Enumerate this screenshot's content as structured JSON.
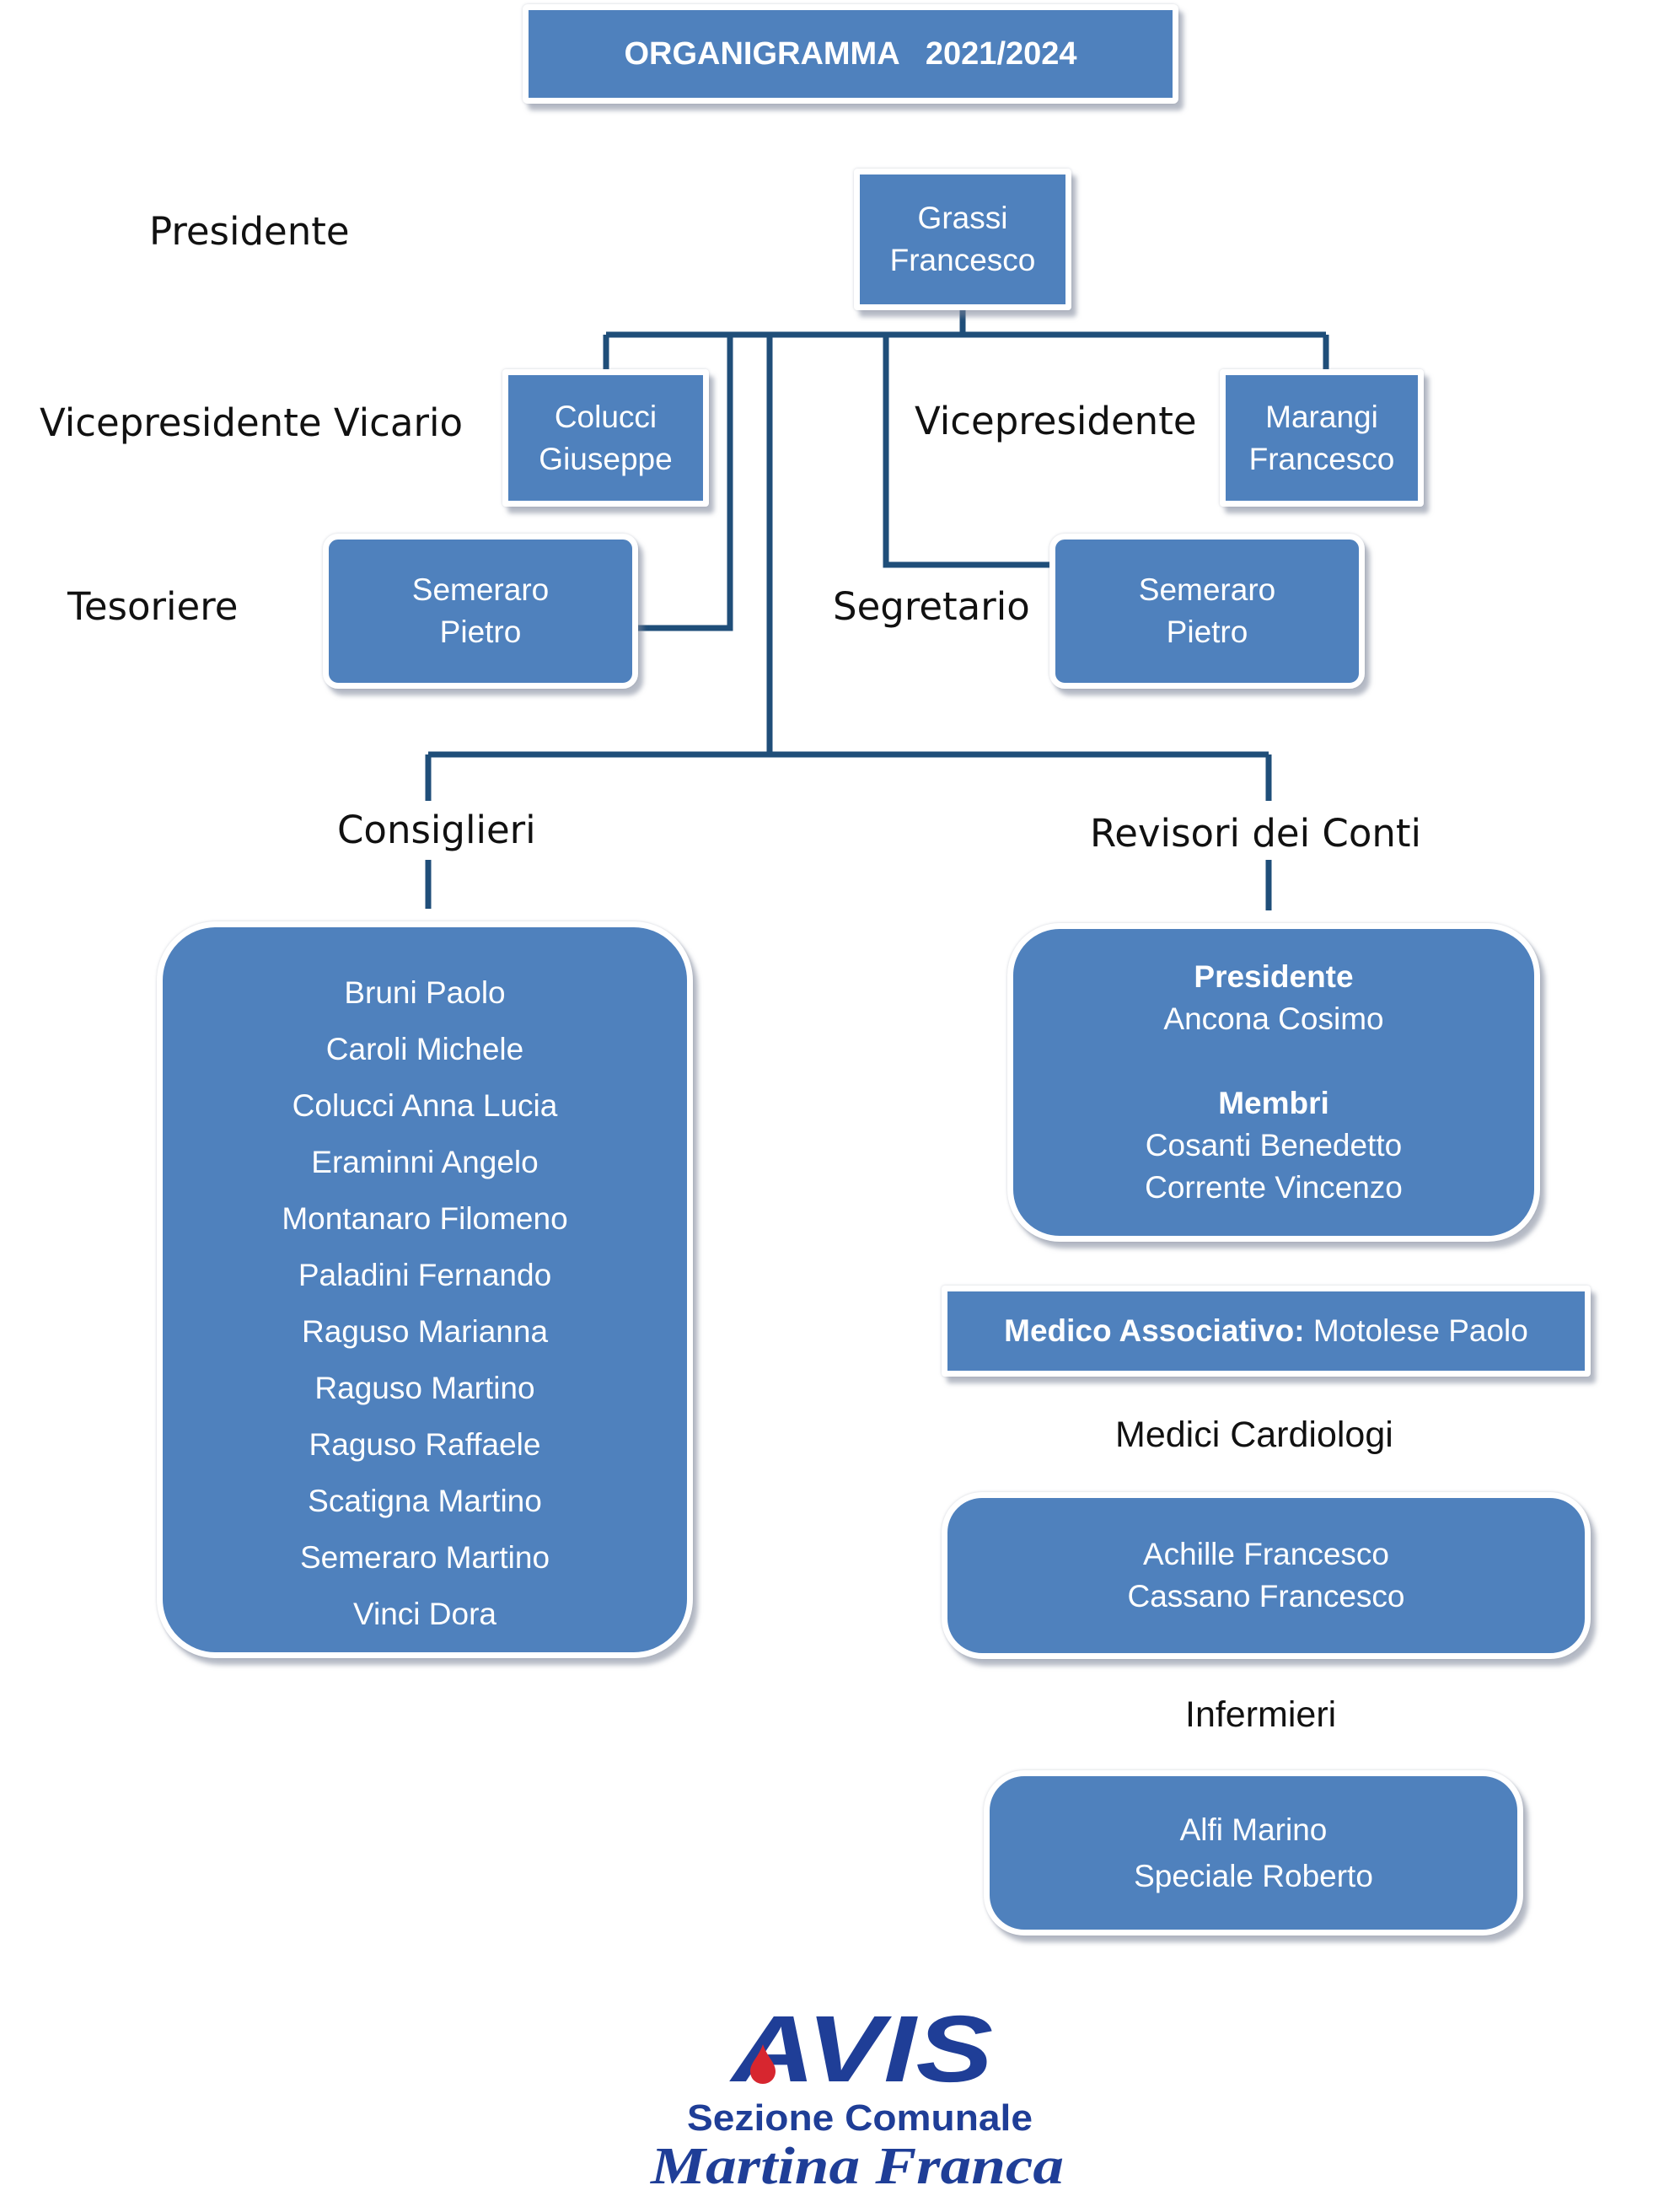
{
  "title": "ORGANIGRAMMA   2021/2024",
  "roles": {
    "presidente": "Presidente",
    "vicepresidente_vicario": "Vicepresidente Vicario",
    "vicepresidente": "Vicepresidente",
    "tesoriere": "Tesoriere",
    "segretario": "Segretario",
    "consiglieri": "Consiglieri",
    "revisori": "Revisori dei Conti",
    "medici_cardiologi": "Medici Cardiologi",
    "infermieri": "Infermieri"
  },
  "people": {
    "presidente": [
      "Grassi",
      "Francesco"
    ],
    "vicepresidente_vicario": [
      "Colucci",
      "Giuseppe"
    ],
    "vicepresidente": [
      "Marangi",
      "Francesco"
    ],
    "tesoriere": [
      "Semeraro",
      "Pietro"
    ],
    "segretario": [
      "Semeraro",
      "Pietro"
    ]
  },
  "consiglieri": [
    "Bruni Paolo",
    "Caroli Michele",
    "Colucci Anna Lucia",
    "Eraminni Angelo",
    "Montanaro Filomeno",
    "Paladini Fernando",
    "Raguso Marianna",
    "Raguso Martino",
    "Raguso Raffaele",
    "Scatigna Martino",
    "Semeraro Martino",
    "Vinci Dora"
  ],
  "revisori": {
    "presidente_heading": "Presidente",
    "presidente_name": "Ancona Cosimo",
    "membri_heading": "Membri",
    "membri": [
      "Cosanti Benedetto",
      "Corrente Vincenzo"
    ]
  },
  "medico_associativo": {
    "label": "Medico Associativo:",
    "name": "Motolese Paolo"
  },
  "medici_cardiologi": [
    "Achille Francesco",
    "Cassano Francesco"
  ],
  "infermieri": [
    "Alfi Marino",
    "Speciale Roberto"
  ],
  "logo": {
    "wordmark": "AVIS",
    "line1": "Sezione Comunale",
    "line2": "Martina Franca"
  },
  "colors": {
    "box_fill": "#4f81bd",
    "connector": "#1f4e79",
    "logo_blue": "#1f3e97",
    "logo_red": "#d7262f"
  }
}
